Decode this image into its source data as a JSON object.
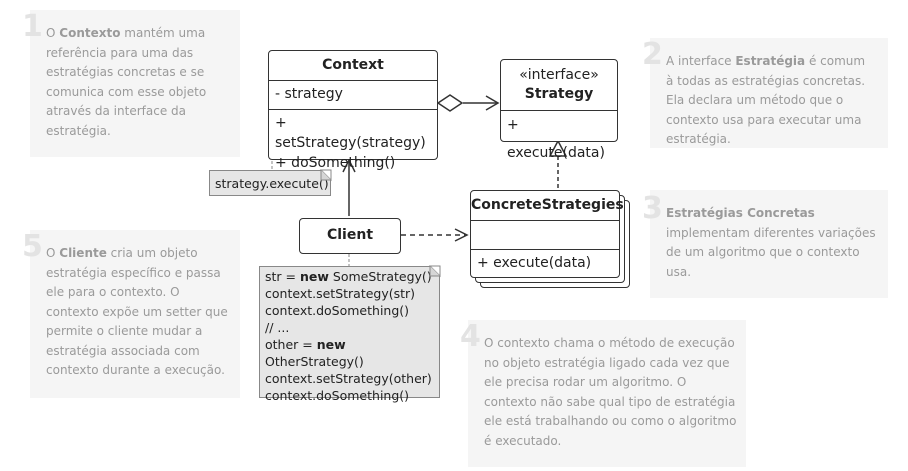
{
  "notes": [
    {
      "num": "1",
      "parts": [
        "O ",
        "Contexto",
        " mantém uma referência para uma das estratégias concretas e se comunica com esse objeto através da interface da estratégia."
      ]
    },
    {
      "num": "2",
      "parts": [
        "A interface ",
        "Estratégia",
        " é comum à todas as estratégias concretas. Ela declara um método que o contexto usa para executar uma estratégia."
      ]
    },
    {
      "num": "3",
      "parts": [
        "",
        "Estratégias Concretas",
        " implementam diferentes variações de um algoritmo que o contexto usa."
      ]
    },
    {
      "num": "4",
      "parts": [
        "O contexto chama o método de execução no objeto estratégia ligado cada vez que ele precisa rodar um algoritmo. O contexto não sabe qual tipo de estratégia ele está trabalhando ou como o algoritmo é executado.",
        "",
        ""
      ]
    },
    {
      "num": "5",
      "parts": [
        "O ",
        "Cliente",
        " cria um objeto estratégia específico e passa ele para o contexto. O contexto expõe um setter que permite o cliente mudar a estratégia associada com contexto durante a execução."
      ]
    }
  ],
  "context": {
    "name": "Context",
    "field": "- strategy",
    "method1": "+ setStrategy(strategy)",
    "method2": "+ doSomething()"
  },
  "strategy": {
    "stereotype": "«interface»",
    "name": "Strategy",
    "method": "+ execute(data)"
  },
  "concrete": {
    "name": "ConcreteStrategies",
    "method": "+ execute(data)"
  },
  "client": {
    "name": "Client"
  },
  "context_note": "strategy.execute()",
  "client_code": {
    "l1a": "str = ",
    "l1b": "new",
    "l1c": " SomeStrategy()",
    "l2": "context.setStrategy(str)",
    "l3": "context.doSomething()",
    "l4": "// ...",
    "l5a": "other = ",
    "l5b": "new",
    "l5c": " OtherStrategy()",
    "l6": "context.setStrategy(other)",
    "l7": "context.doSomething()"
  }
}
